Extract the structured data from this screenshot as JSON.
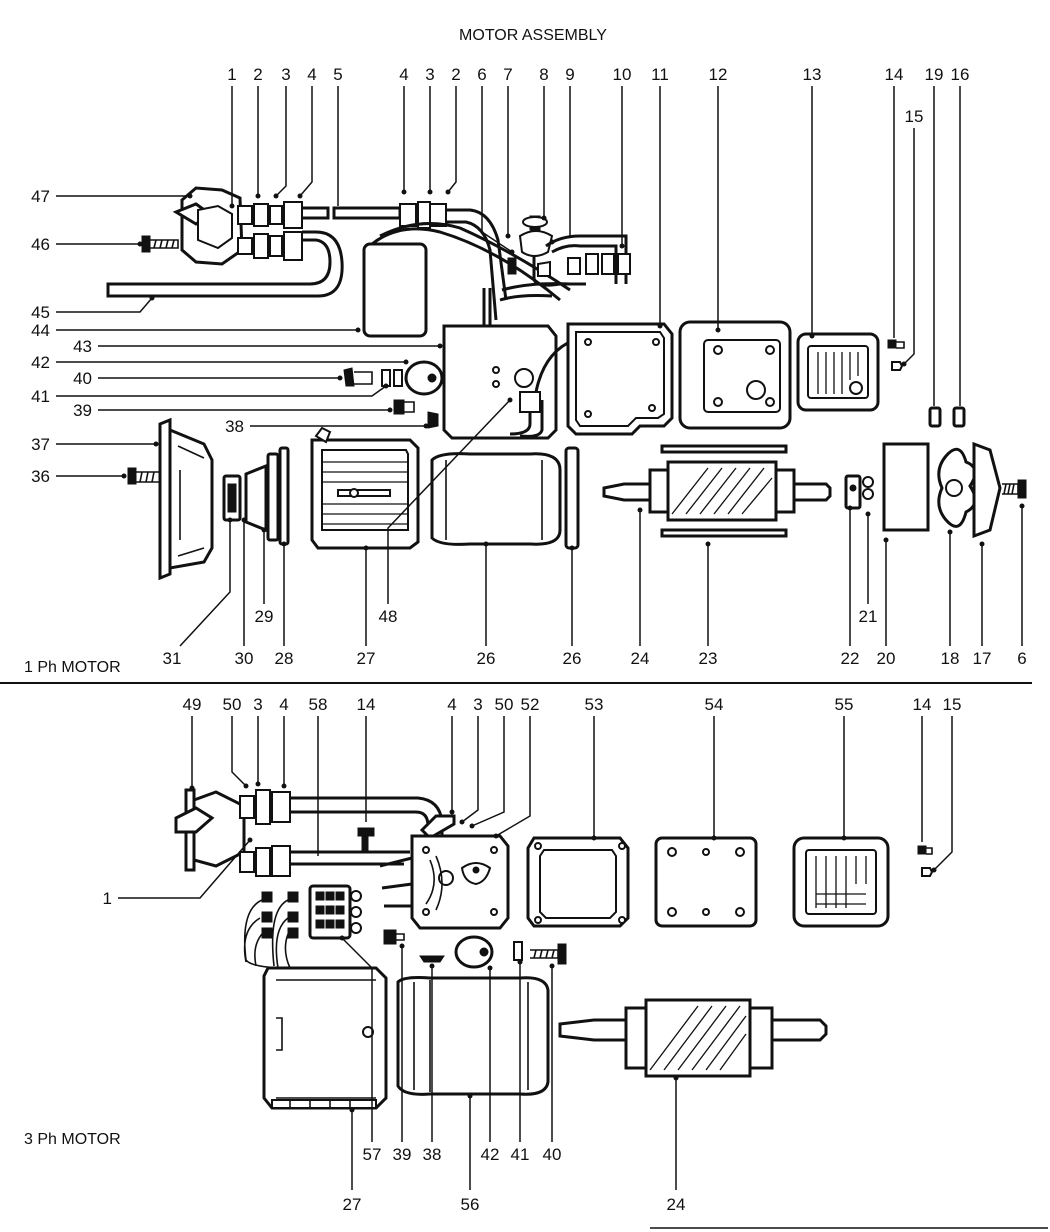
{
  "title": "MOTOR ASSEMBLY",
  "sections": {
    "single_phase": "1 Ph MOTOR",
    "three_phase": "3 Ph MOTOR"
  },
  "labels": {
    "n1": "1",
    "n2": "2",
    "n3": "3",
    "n4": "4",
    "n5": "5",
    "n6": "6",
    "n7": "7",
    "n8": "8",
    "n9": "9",
    "n10": "10",
    "n11": "11",
    "n12": "12",
    "n13": "13",
    "n14": "14",
    "n15": "15",
    "n16": "16",
    "n17": "17",
    "n18": "18",
    "n19": "19",
    "n20": "20",
    "n21": "21",
    "n22": "22",
    "n23": "23",
    "n24": "24",
    "n26": "26",
    "n27": "27",
    "n28": "28",
    "n29": "29",
    "n30": "30",
    "n31": "31",
    "n36": "36",
    "n37": "37",
    "n38": "38",
    "n39": "39",
    "n40": "40",
    "n41": "41",
    "n42": "42",
    "n43": "43",
    "n44": "44",
    "n45": "45",
    "n46": "46",
    "n47": "47",
    "n48": "48",
    "n49": "49",
    "n50": "50",
    "n52": "52",
    "n53": "53",
    "n54": "54",
    "n55": "55",
    "n56": "56",
    "n57": "57",
    "n58": "58"
  }
}
